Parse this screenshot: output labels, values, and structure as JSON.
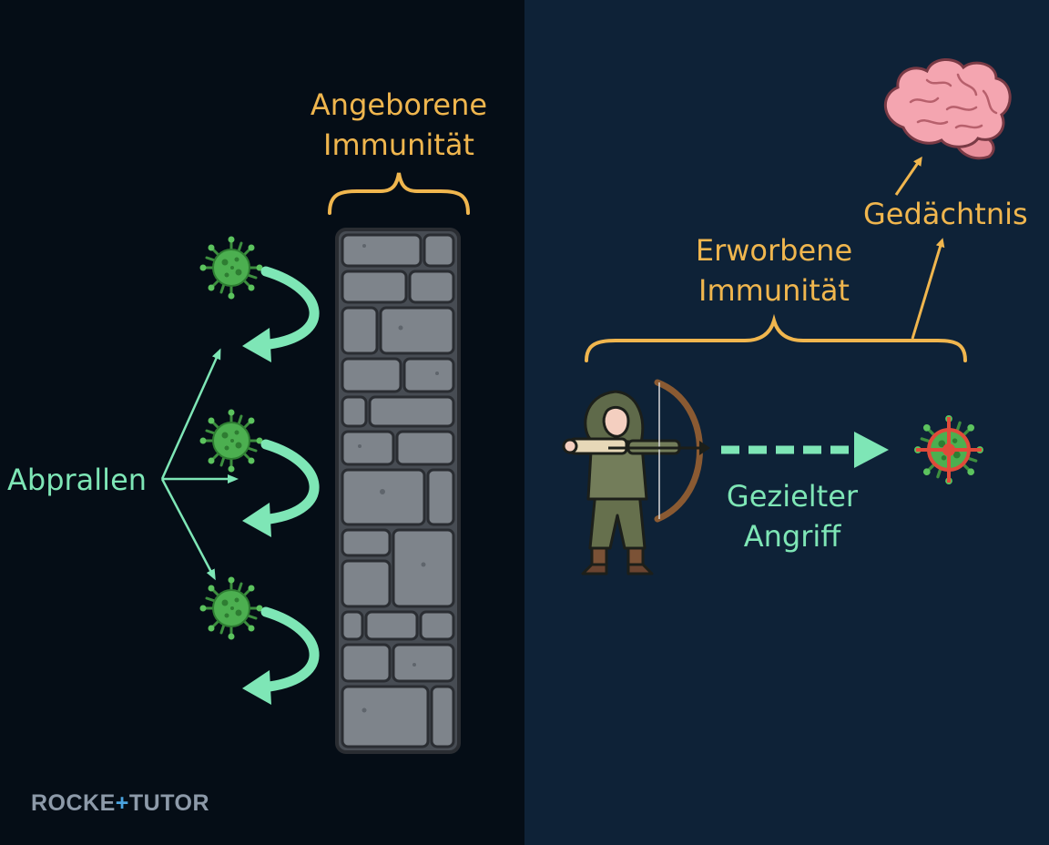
{
  "labels": {
    "innate_line1": "Angeborene",
    "innate_line2": "Immunität",
    "bounce": "Abprallen",
    "acquired_line1": "Erworbene",
    "acquired_line2": "Immunität",
    "memory": "Gedächtnis",
    "targeted_line1": "Gezielter",
    "targeted_line2": "Angriff"
  },
  "logo": {
    "part1": "ROCKE",
    "plus": "+",
    "part2": "TUTOR"
  },
  "colors": {
    "orange": "#f0b64e",
    "green": "#7ee6b6",
    "virus": "#4caf50",
    "target": "#e04a3a",
    "left_bg": "#050d16",
    "right_bg": "#0e2237"
  },
  "icons": {
    "wall": "stone-wall-icon",
    "virus": "virus-icon",
    "archer": "archer-icon",
    "brain": "brain-icon",
    "target": "crosshair-icon"
  }
}
